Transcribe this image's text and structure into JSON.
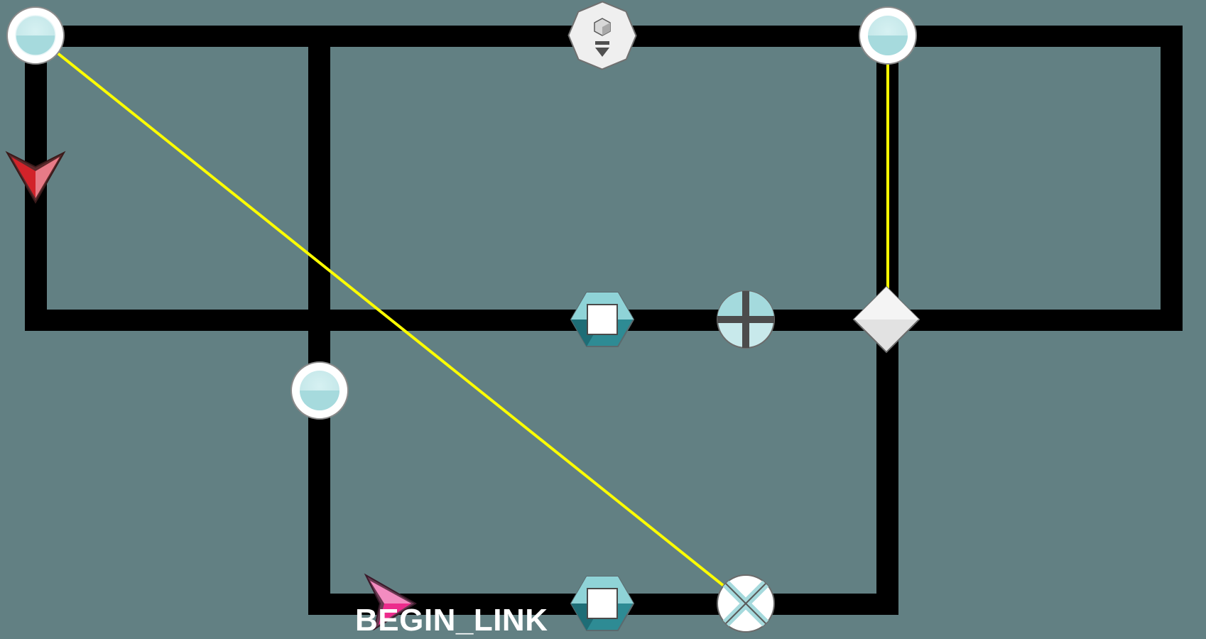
{
  "board": {
    "background": "#628083",
    "track_color": "#000000",
    "link_color": "#ffff00"
  },
  "nodes": [
    {
      "id": "node-top-left",
      "type": "light-orb",
      "interactable": true
    },
    {
      "id": "node-top-right",
      "type": "light-orb",
      "interactable": true
    },
    {
      "id": "node-middle-orb",
      "type": "light-orb",
      "interactable": true
    },
    {
      "id": "node-top-center",
      "type": "cube-dropper",
      "interactable": true
    },
    {
      "id": "node-hex-middle",
      "type": "hex-block",
      "interactable": true
    },
    {
      "id": "node-hex-bottom",
      "type": "hex-block",
      "interactable": true
    },
    {
      "id": "node-plus",
      "type": "plus-junction",
      "interactable": true
    },
    {
      "id": "node-cross",
      "type": "x-junction",
      "interactable": true
    },
    {
      "id": "node-diamond",
      "type": "diamond-relay",
      "interactable": true
    }
  ],
  "pointers": [
    {
      "id": "red-pointer",
      "icon": "red-arrow-pointer-icon",
      "color": "#d2232a"
    },
    {
      "id": "pink-pointer",
      "icon": "pink-arrow-pointer-icon",
      "color": "#ec2b8c"
    }
  ],
  "links": [
    {
      "from": "node-top-left",
      "to": "node-cross"
    },
    {
      "from": "node-top-right",
      "to": "node-diamond"
    }
  ],
  "status": {
    "label": "BEGIN_LINK"
  }
}
